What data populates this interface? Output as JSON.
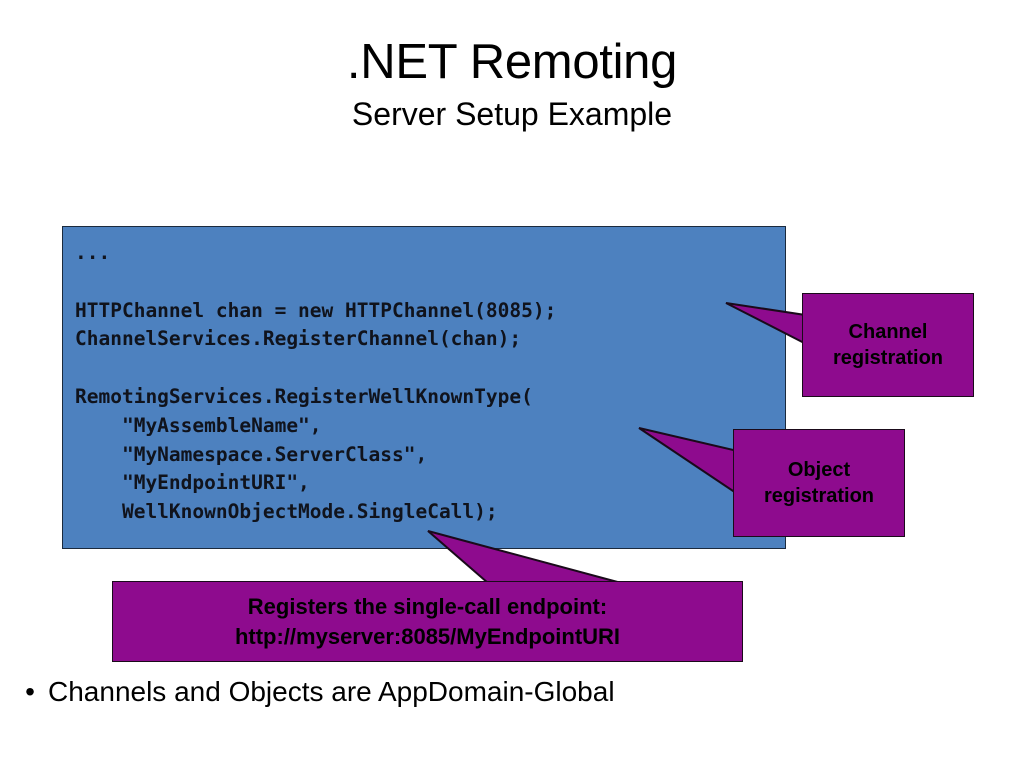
{
  "slide": {
    "title": ".NET Remoting",
    "subtitle": "Server Setup Example",
    "background_color": "#ffffff"
  },
  "code_panel": {
    "background_color": "#4d81bf",
    "text_color": "#10131c",
    "border_color": "#1b2a3d",
    "lines": [
      "...",
      "",
      "HTTPChannel chan = new HTTPChannel(8085);",
      "ChannelServices.RegisterChannel(chan);",
      "",
      "RemotingServices.RegisterWellKnownType(",
      "    \"MyAssembleName\",",
      "    \"MyNamespace.ServerClass\",",
      "    \"MyEndpointURI\",",
      "    WellKnownObjectMode.SingleCall);"
    ],
    "text": "...\n\nHTTPChannel chan = new HTTPChannel(8085);\nChannelServices.RegisterChannel(chan);\n\nRemotingServices.RegisterWellKnownType(\n    \"MyAssembleName\",\n    \"MyNamespace.ServerClass\",\n    \"MyEndpointURI\",\n    WellKnownObjectMode.SingleCall);"
  },
  "callouts": {
    "color": "#8e0b8e",
    "text_color": "#000000",
    "channel": {
      "line1": "Channel",
      "line2": "registration"
    },
    "object": {
      "line1": "Object",
      "line2": "registration"
    },
    "endpoint": {
      "line1": "Registers the single-call endpoint:",
      "line2": "http://myserver:8085/MyEndpointURI"
    }
  },
  "bullets": [
    {
      "marker": "•",
      "text": "Channels and Objects are AppDomain-Global"
    }
  ]
}
